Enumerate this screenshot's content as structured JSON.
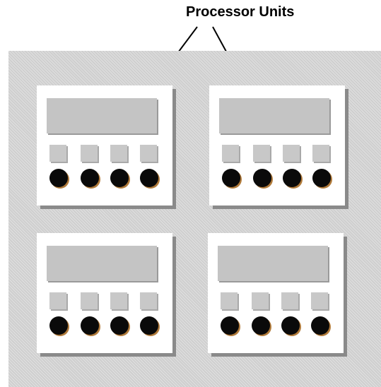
{
  "diagram": {
    "callout_label": "Processor Units",
    "units": [
      {
        "keys": 4,
        "knobs": 4
      },
      {
        "keys": 4,
        "knobs": 4
      },
      {
        "keys": 4,
        "knobs": 4
      },
      {
        "keys": 4,
        "knobs": 4
      }
    ],
    "colors": {
      "chassis": "#cfcfcf",
      "unit_face": "#ffffff",
      "display": "#c4c4c4",
      "key": "#c8c8c8",
      "knob": "#0a0a0a",
      "leader_line": "#000000"
    }
  }
}
